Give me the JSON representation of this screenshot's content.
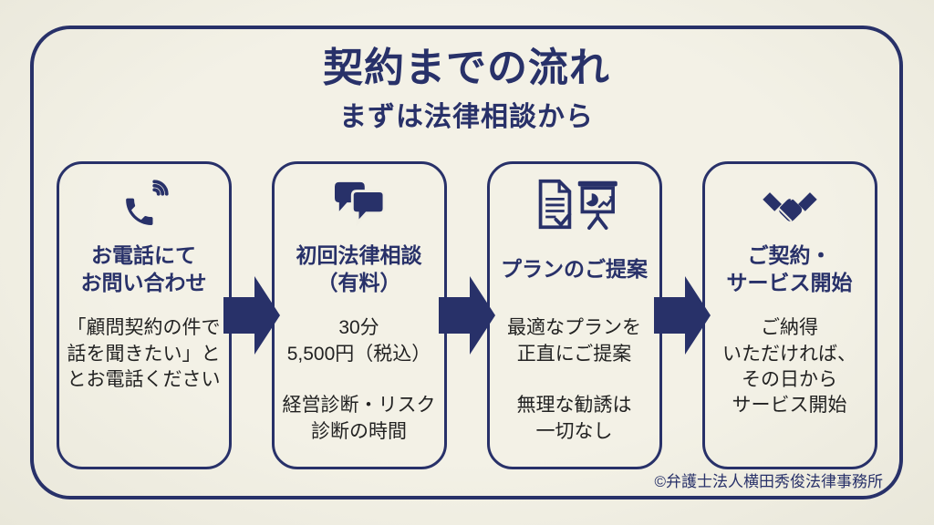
{
  "page": {
    "title": "契約までの流れ",
    "subtitle": "まずは法律相談から",
    "copyright": "©弁護士法人横田秀俊法律事務所"
  },
  "colors": {
    "navy": "#283169",
    "background": "#f1efe4",
    "body_text": "#222222"
  },
  "steps": [
    {
      "icon": "phone-call-icon",
      "title": "お電話にて\nお問い合わせ",
      "body": "「顧問契約の件で\n話を聞きたい」と\nとお電話ください"
    },
    {
      "icon": "chat-bubbles-icon",
      "title": "初回法律相談\n（有料）",
      "body": "30分\n5,500円（税込）\n\n経営診断・リスク\n診断の時間"
    },
    {
      "icon": "document-presentation-icon",
      "title": "プランのご提案",
      "body": "最適なプランを\n正直にご提案\n\n無理な勧誘は\n一切なし"
    },
    {
      "icon": "handshake-icon",
      "title": "ご契約・\nサービス開始",
      "body": "ご納得\nいただければ、\nその日から\nサービス開始"
    }
  ]
}
